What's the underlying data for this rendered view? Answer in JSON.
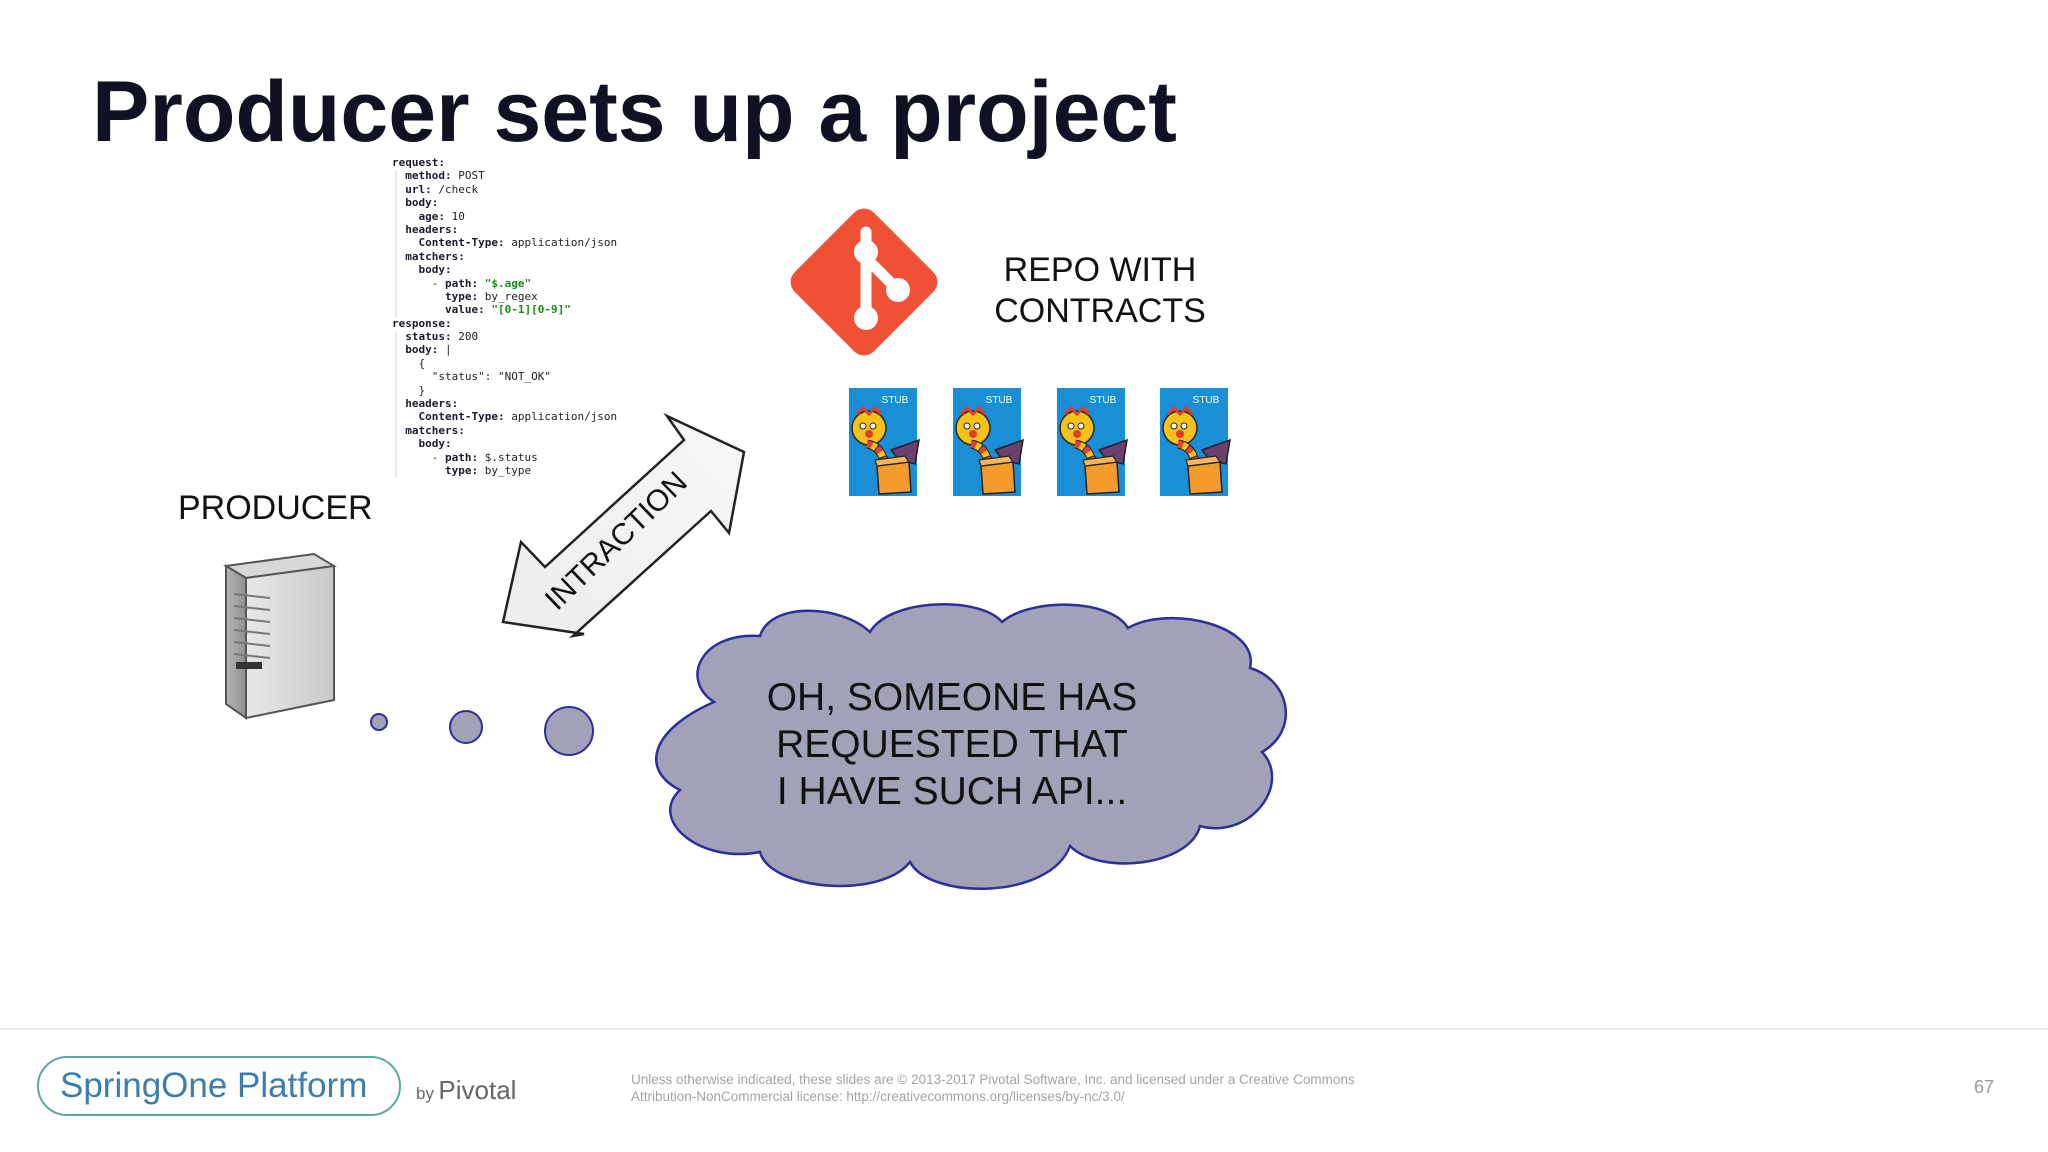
{
  "title": "Producer sets up a project",
  "code_lines": [
    [
      {
        "t": "request:",
        "c": "k"
      }
    ],
    [
      {
        "t": "  "
      },
      {
        "t": "method:",
        "c": "k"
      },
      {
        "t": " POST"
      }
    ],
    [
      {
        "t": "  "
      },
      {
        "t": "url:",
        "c": "k"
      },
      {
        "t": " /check"
      }
    ],
    [
      {
        "t": "  "
      },
      {
        "t": "body:",
        "c": "k"
      }
    ],
    [
      {
        "t": "    "
      },
      {
        "t": "age:",
        "c": "k"
      },
      {
        "t": " 10"
      }
    ],
    [
      {
        "t": "  "
      },
      {
        "t": "headers:",
        "c": "k"
      }
    ],
    [
      {
        "t": "    "
      },
      {
        "t": "Content-Type:",
        "c": "k"
      },
      {
        "t": " application/json"
      }
    ],
    [
      {
        "t": "  "
      },
      {
        "t": "matchers:",
        "c": "k"
      }
    ],
    [
      {
        "t": "    "
      },
      {
        "t": "body:",
        "c": "k"
      }
    ],
    [
      {
        "t": "      - "
      },
      {
        "t": "path:",
        "c": "k"
      },
      {
        "t": " "
      },
      {
        "t": "\"$.age\"",
        "c": "s"
      }
    ],
    [
      {
        "t": "        "
      },
      {
        "t": "type:",
        "c": "k"
      },
      {
        "t": " by_regex"
      }
    ],
    [
      {
        "t": "        "
      },
      {
        "t": "value:",
        "c": "k"
      },
      {
        "t": " "
      },
      {
        "t": "\"[0-1][0-9]\"",
        "c": "s"
      }
    ],
    [
      {
        "t": "response:",
        "c": "k"
      }
    ],
    [
      {
        "t": "  "
      },
      {
        "t": "status:",
        "c": "k"
      },
      {
        "t": " 200"
      }
    ],
    [
      {
        "t": "  "
      },
      {
        "t": "body:",
        "c": "k"
      },
      {
        "t": " |"
      }
    ],
    [
      {
        "t": "    {"
      }
    ],
    [
      {
        "t": "      \"status\": \"NOT_OK\""
      }
    ],
    [
      {
        "t": "    }"
      }
    ],
    [
      {
        "t": "  "
      },
      {
        "t": "headers:",
        "c": "k"
      }
    ],
    [
      {
        "t": "    "
      },
      {
        "t": "Content-Type:",
        "c": "k"
      },
      {
        "t": " application/json"
      }
    ],
    [
      {
        "t": "  "
      },
      {
        "t": "matchers:",
        "c": "k"
      }
    ],
    [
      {
        "t": "    "
      },
      {
        "t": "body:",
        "c": "k"
      }
    ],
    [
      {
        "t": "      - "
      },
      {
        "t": "path:",
        "c": "k"
      },
      {
        "t": " $.status"
      }
    ],
    [
      {
        "t": "        "
      },
      {
        "t": "type:",
        "c": "k"
      },
      {
        "t": " by_type"
      }
    ]
  ],
  "producer_label": "PRODUCER",
  "repo_label": {
    "line1": "REPO WITH",
    "line2": "CONTRACTS"
  },
  "stub_label": "STUB",
  "stubs": [
    "STUB",
    "STUB",
    "STUB",
    "STUB"
  ],
  "arrow_label": "INTRACTION",
  "cloud": {
    "line1": "OH, SOMEONE HAS",
    "line2": "REQUESTED THAT",
    "line3": "I HAVE SUCH API..."
  },
  "footer": {
    "logo": "SpringOne Platform",
    "by": "by",
    "company": "Pivotal",
    "note_line1": "Unless otherwise indicated, these slides are © 2013-2017 Pivotal Software, Inc. and licensed under a Creative Commons",
    "note_line2": "Attribution-NonCommercial license: http://creativecommons.org/licenses/by-nc/3.0/",
    "page": "67"
  },
  "colors": {
    "title": "#101223",
    "git_logo": "#f05033",
    "stub_blue": "#1a8fd6",
    "cloud_fill": "#a1a2b8",
    "cloud_stroke": "#2b2f9c",
    "logo_text": "#3d7dae",
    "logo_border": "#5fa8a0"
  },
  "icons": [
    "server-icon",
    "git-logo-icon",
    "jack-in-the-box-icon",
    "double-arrow-icon",
    "thought-cloud-icon"
  ]
}
